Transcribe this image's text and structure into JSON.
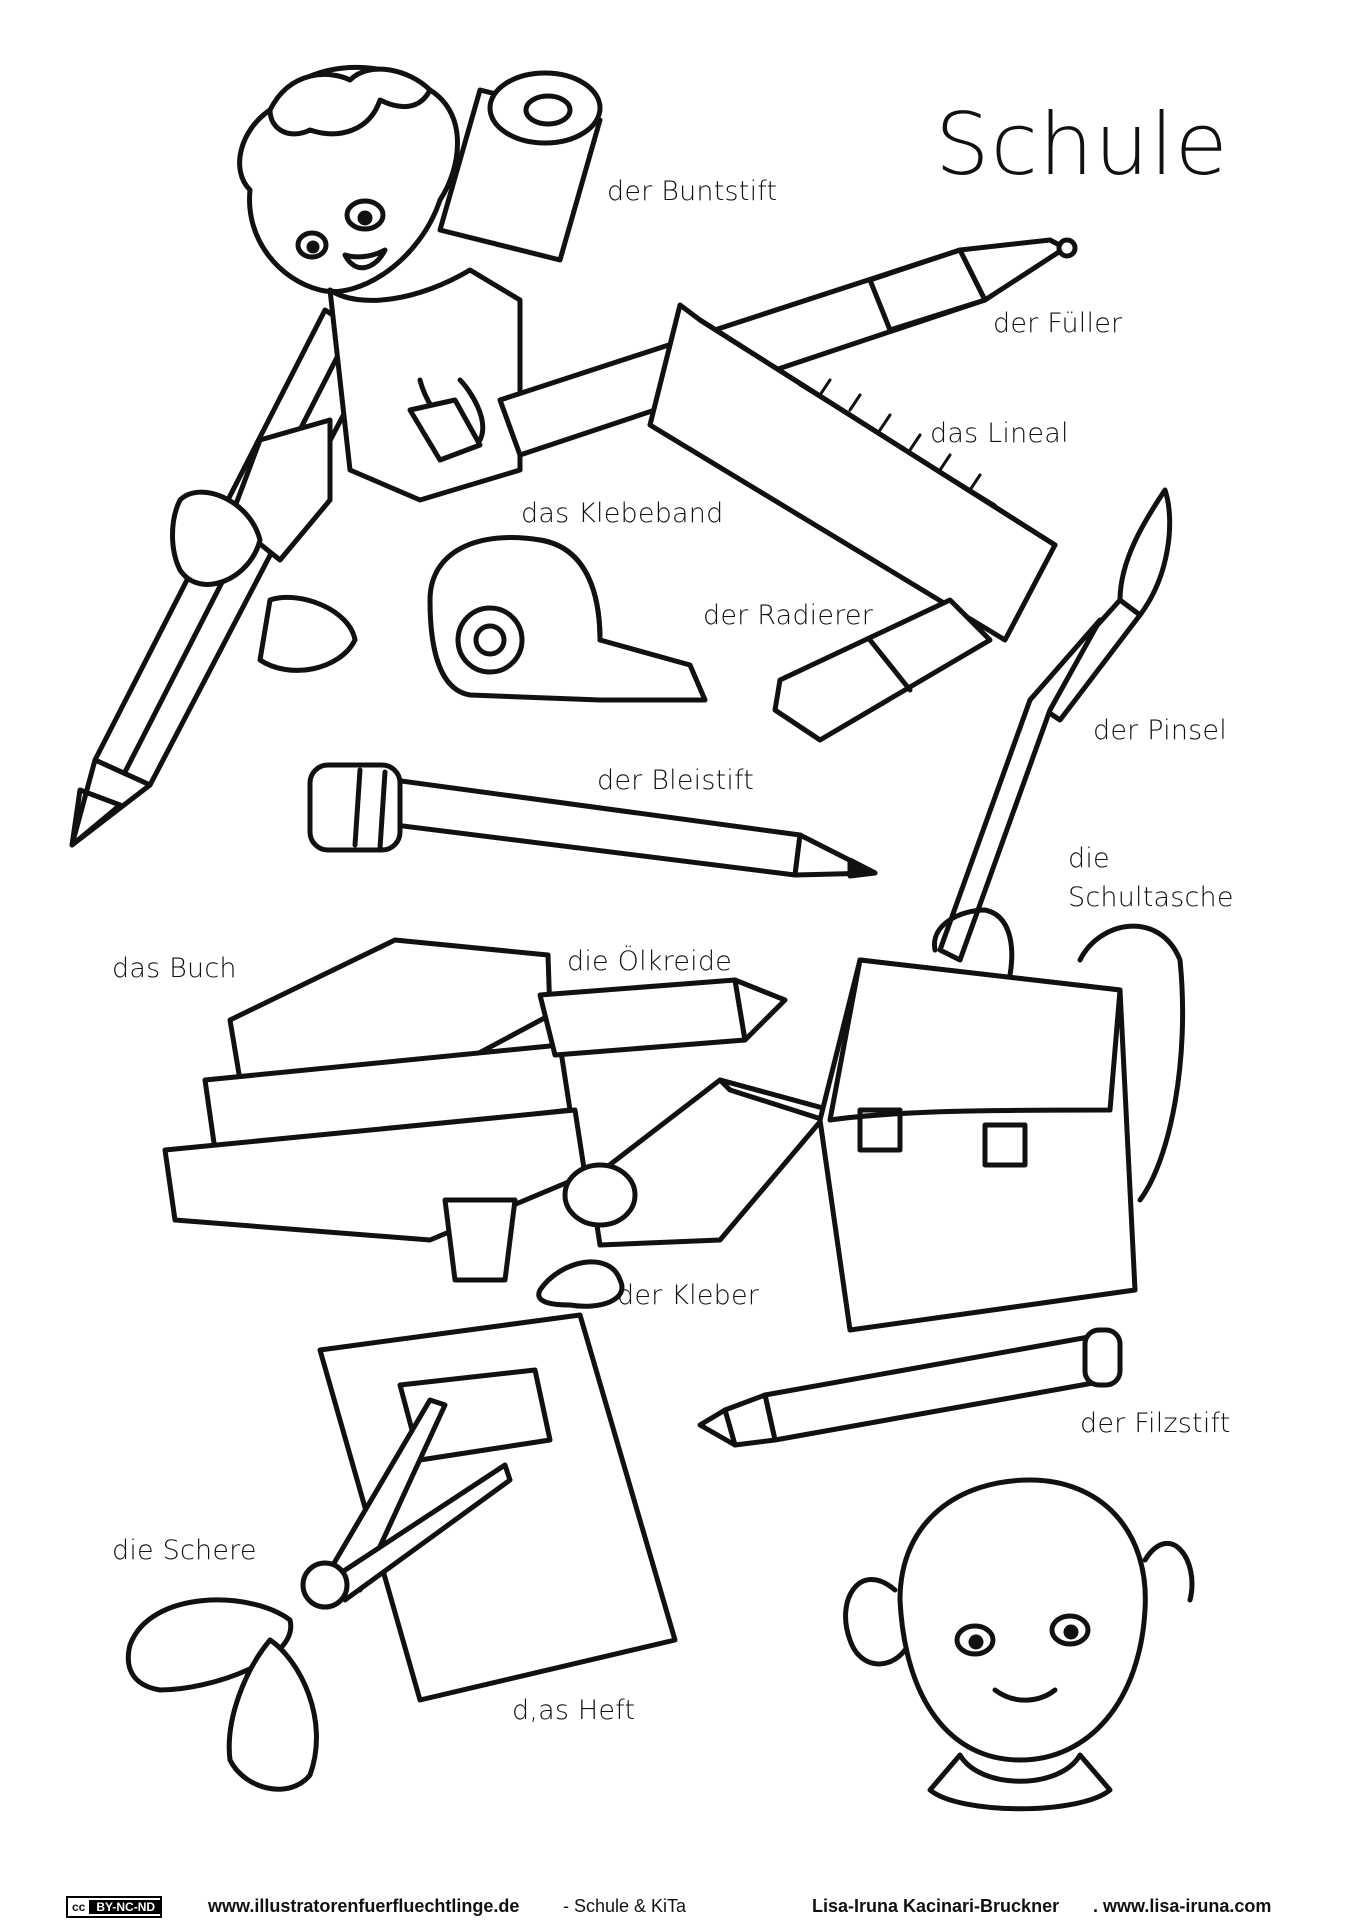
{
  "title": "Schule",
  "labels": {
    "buntstift": "der Buntstift",
    "fueller": "der Füller",
    "lineal": "das Lineal",
    "klebeband": "das Klebeband",
    "radierer": "der Radierer",
    "pinsel": "der Pinsel",
    "bleistift": "der Bleistift",
    "schultasche_1": "die",
    "schultasche_2": "Schultasche",
    "buch": "das Buch",
    "oelkreide": "die Ölkreide",
    "kleber": "der Kleber",
    "filzstift": "der Filzstift",
    "schere": "die Schere",
    "heft": "d,as Heft"
  },
  "footer": {
    "license_c": "cc",
    "license_text": "BY-NC-ND",
    "site": "www.illustratorenfuerfluechtlinge.de",
    "site_suffix": " - Schule & KiTa",
    "author": "Lisa-Iruna Kacinari-Bruckner",
    "author_url": ".  www.lisa-iruna.com"
  }
}
